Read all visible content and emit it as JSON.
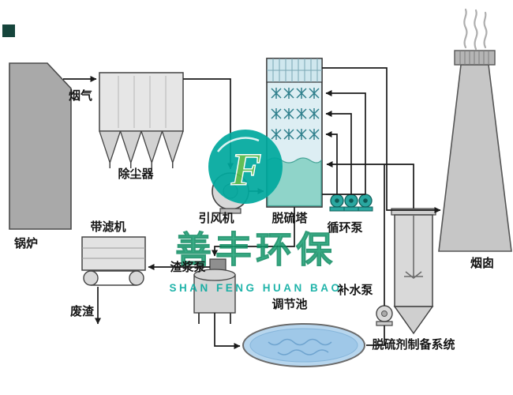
{
  "watermark": {
    "logo_letter": "F",
    "company_cn": "善丰环保",
    "company_en": "SHAN FENG HUAN BAO"
  },
  "labels": {
    "flue_gas": "烟气",
    "boiler": "锅炉",
    "dust_collector": "除尘器",
    "id_fan": "引风机",
    "desulfurization_tower": "脱硫塔",
    "circulation_pump": "循环泵",
    "belt_filter": "带滤机",
    "slurry_pump": "渣浆泵",
    "waste_residue": "废渣",
    "regulating_pool": "调节池",
    "makeup_water_pump": "补水泵",
    "desulfurizer_prep_system": "脱硫剂制备系统",
    "chimney": "烟囱"
  },
  "colors": {
    "brand_teal": "#00a99e",
    "brand_green": "#45b649",
    "tower_fill": "#ddeef3",
    "slurry_liquid": "#8fd4c9",
    "pool_water": "#9fc8e8",
    "equipment_gray": "#d2d2d2",
    "line_black": "#1a1a1a"
  }
}
